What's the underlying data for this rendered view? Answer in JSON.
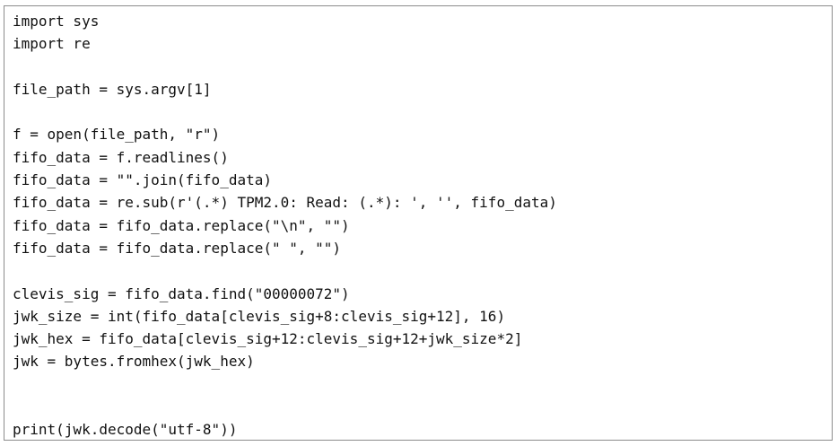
{
  "code": {
    "lines": [
      "import sys",
      "import re",
      "",
      "file_path = sys.argv[1]",
      "",
      "f = open(file_path, \"r\")",
      "fifo_data = f.readlines()",
      "fifo_data = \"\".join(fifo_data)",
      "fifo_data = re.sub(r'(.*) TPM2.0: Read: (.*): ', '', fifo_data)",
      "fifo_data = fifo_data.replace(\"\\n\", \"\")",
      "fifo_data = fifo_data.replace(\" \", \"\")",
      "",
      "clevis_sig = fifo_data.find(\"00000072\")",
      "jwk_size = int(fifo_data[clevis_sig+8:clevis_sig+12], 16)",
      "jwk_hex = fifo_data[clevis_sig+12:clevis_sig+12+jwk_size*2]",
      "jwk = bytes.fromhex(jwk_hex)",
      "",
      "",
      "print(jwk.decode(\"utf-8\"))"
    ]
  }
}
